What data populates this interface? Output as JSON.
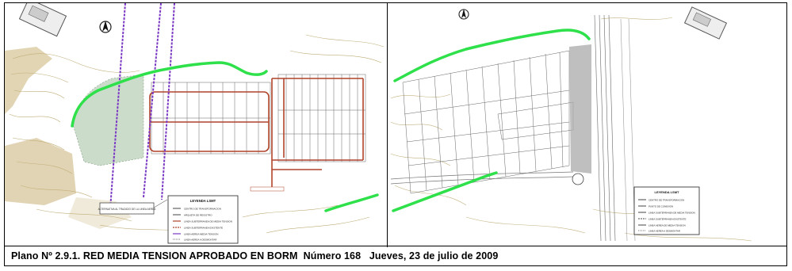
{
  "caption": {
    "text": "Plano Nº 2.9.1. RED MEDIA TENSION APROBADO EN BORM  Número 168   Jueves, 23 de julio de 2009"
  },
  "left_plan": {
    "legend_title": "LEYENDA LSMT",
    "legend_items": [
      "CENTRO DE TRANSFORMACION",
      "ARQUETA DE REGISTRO",
      "LINEA SUBTERRANEA DE MEDIA TENSION",
      "LINEA SUBTERRANEA EXISTENTE",
      "LINEA AEREA MEDIA TENSION",
      "LINEA AEREA A DESMONTAR"
    ],
    "annotation": "ALTERNATIVA AL TRAZADO DE LA LINEA AEREA"
  },
  "right_plan": {
    "legend_title": "LEYENDA LSMT",
    "legend_items": [
      "CENTRO DE TRANSFORMACION",
      "PUNTO DE CONEXION",
      "LINEA SUBTERRANEA DE MEDIA TENSION",
      "LINEA SUBTERRANEA EXISTENTE",
      "LINEA AEREA DE MEDIA TENSION",
      "LINEA AEREA A DESMONTAR"
    ]
  },
  "colors": {
    "green_line": "#2ee04a",
    "red_network": "#b0442a",
    "purple_line": "#7b39c4",
    "terrain": "#b8a46a"
  }
}
